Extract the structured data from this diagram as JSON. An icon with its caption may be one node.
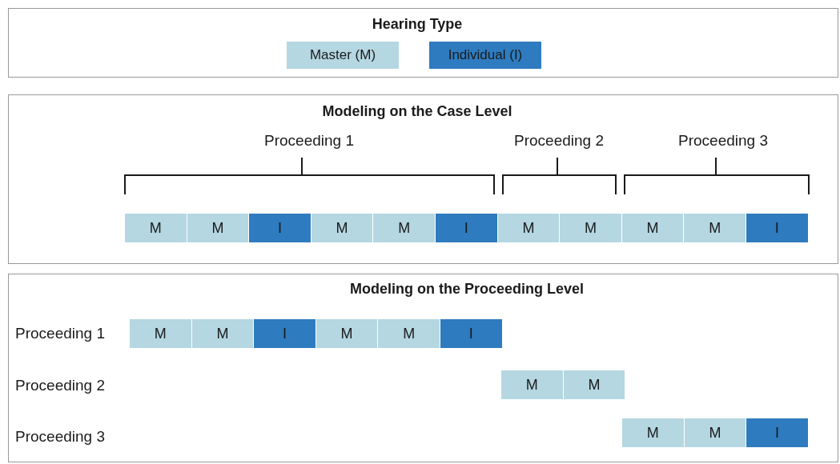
{
  "diagram": {
    "nodes": [
      {
        "text": [
          "Hearing Type"
        ]
      },
      {
        "text": [
          "Modeling on the Case Level",
          "Proceeding 1",
          "Proceeding 2",
          "Proceeding 3"
        ]
      },
      {
        "text": [
          "M"
        ],
        "in": 1
      },
      {
        "text": [
          "M"
        ],
        "in": 1
      },
      {
        "text": [
          "I"
        ],
        "in": 1
      },
      {
        "text": [
          "M"
        ],
        "in": 1
      },
      {
        "text": [
          "M"
        ],
        "in": 1
      },
      {
        "text": [
          "I"
        ],
        "in": 1
      },
      {
        "text": [
          "M"
        ],
        "in": 1
      },
      {
        "text": [
          "M"
        ],
        "in": 1
      },
      {
        "text": [
          "M"
        ],
        "in": 1
      },
      {
        "text": [
          "M"
        ],
        "in": 1
      },
      {
        "text": [
          "I"
        ],
        "in": 1
      },
      {
        "text": [
          "Modeling on the Proceeding Level",
          "Proceeding 1",
          "Proceeding 2",
          "Proceeding 3"
        ]
      },
      {
        "text": [
          "M"
        ],
        "in": 13
      },
      {
        "text": [
          "M"
        ],
        "in": 13
      },
      {
        "text": [
          "I"
        ],
        "in": 13
      },
      {
        "text": [
          "M"
        ],
        "in": 13
      },
      {
        "text": [
          "M"
        ],
        "in": 13
      },
      {
        "text": [
          "I"
        ],
        "in": 13
      },
      {
        "text": [
          "M"
        ],
        "in": 13
      },
      {
        "text": [
          "M"
        ],
        "in": 13
      },
      {
        "text": [
          "M"
        ],
        "in": 13
      },
      {
        "text": [
          "M"
        ],
        "in": 13
      },
      {
        "text": [
          "I"
        ],
        "in": 13
      }
    ],
    "legend": [
      {
        "text": "Master (M)",
        "color": "#b4d7e2"
      },
      {
        "text": "Individual (I)",
        "color": "#2e7bbf"
      }
    ]
  }
}
